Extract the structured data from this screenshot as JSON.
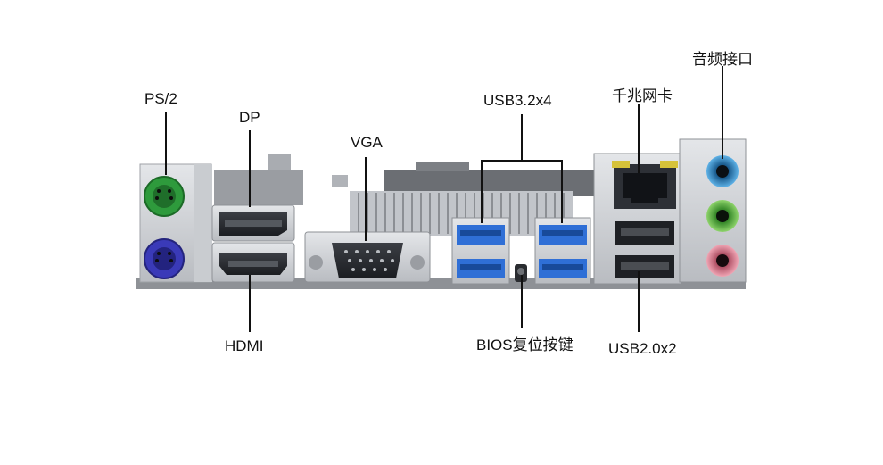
{
  "labels": {
    "ps2": "PS/2",
    "dp": "DP",
    "vga": "VGA",
    "usb32": "USB3.2x4",
    "lan": "千兆网卡",
    "audio": "音频接口",
    "hdmi": "HDMI",
    "bios": "BIOS复位按键",
    "usb20": "USB2.0x2"
  },
  "colors": {
    "leader_line": "#111111",
    "ps2_keyboard": "#3a3ab8",
    "ps2_mouse": "#2e9a3c",
    "usb3_blue": "#2f6fd6",
    "audio_line_in": "#2b8fd0",
    "audio_line_out": "#4fb03a",
    "audio_mic": "#d8758a",
    "io_shield": "#cfd2d6"
  },
  "icons": [
    "ps2-port-icon",
    "displayport-icon",
    "hdmi-icon",
    "vga-port-icon",
    "usb3-port-icon",
    "rj45-port-icon",
    "usb2-port-icon",
    "audio-jack-icon",
    "bios-reset-button-icon"
  ]
}
